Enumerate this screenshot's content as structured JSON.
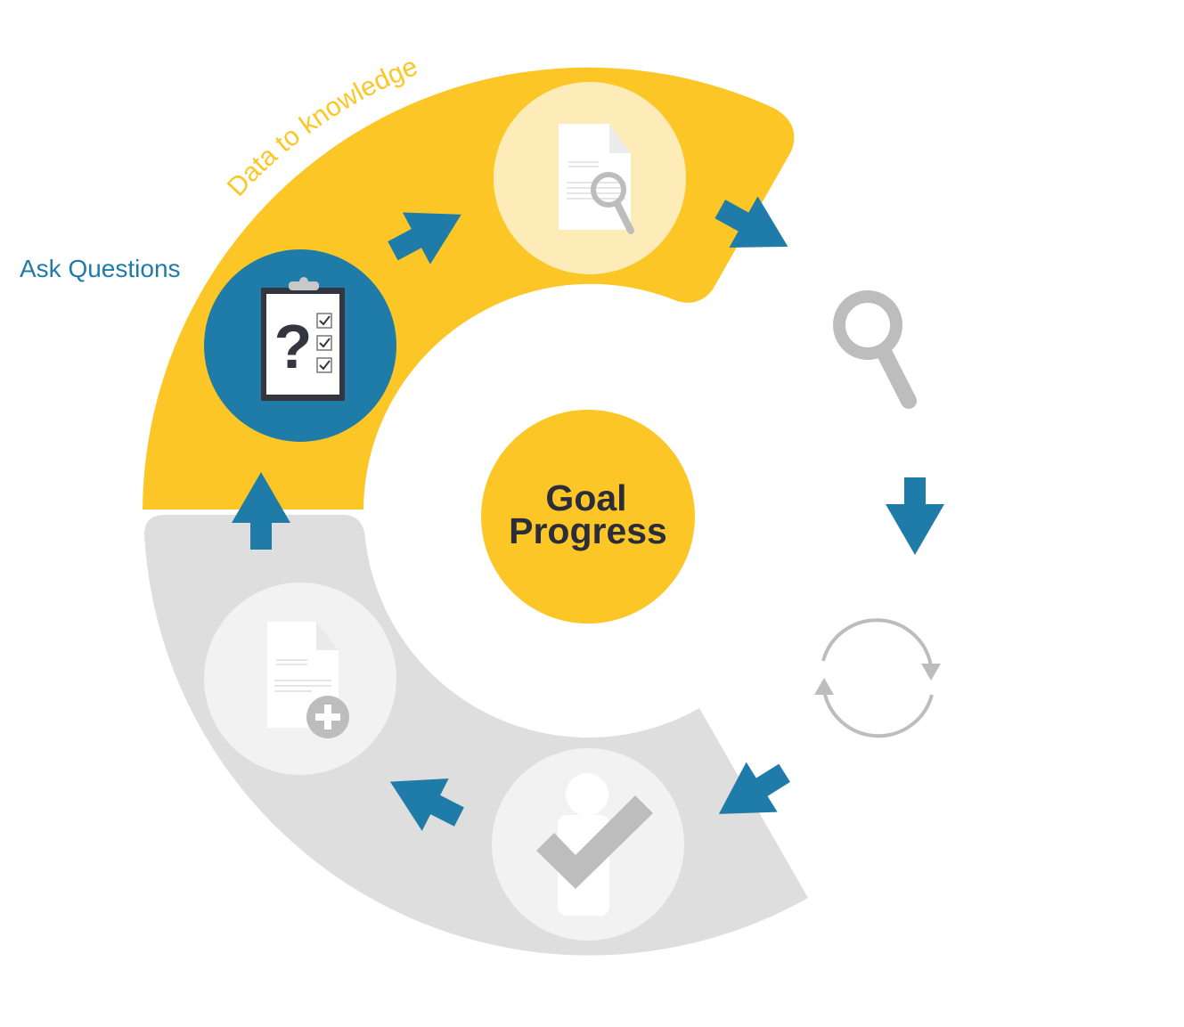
{
  "labels": {
    "ask_questions": "Ask Questions",
    "data_to_knowledge": "Data to knowledge",
    "center_line1": "Goal",
    "center_line2": "Progress",
    "question_mark": "?"
  },
  "colors": {
    "yellow": "#fcc726",
    "blue": "#1f7ca8",
    "gray_band": "#dedede",
    "light_yellow": "#fdebb8",
    "light_gray": "#f2f2f2",
    "icon_gray": "#bdbdbd",
    "dark_text": "#2b2d3a"
  }
}
